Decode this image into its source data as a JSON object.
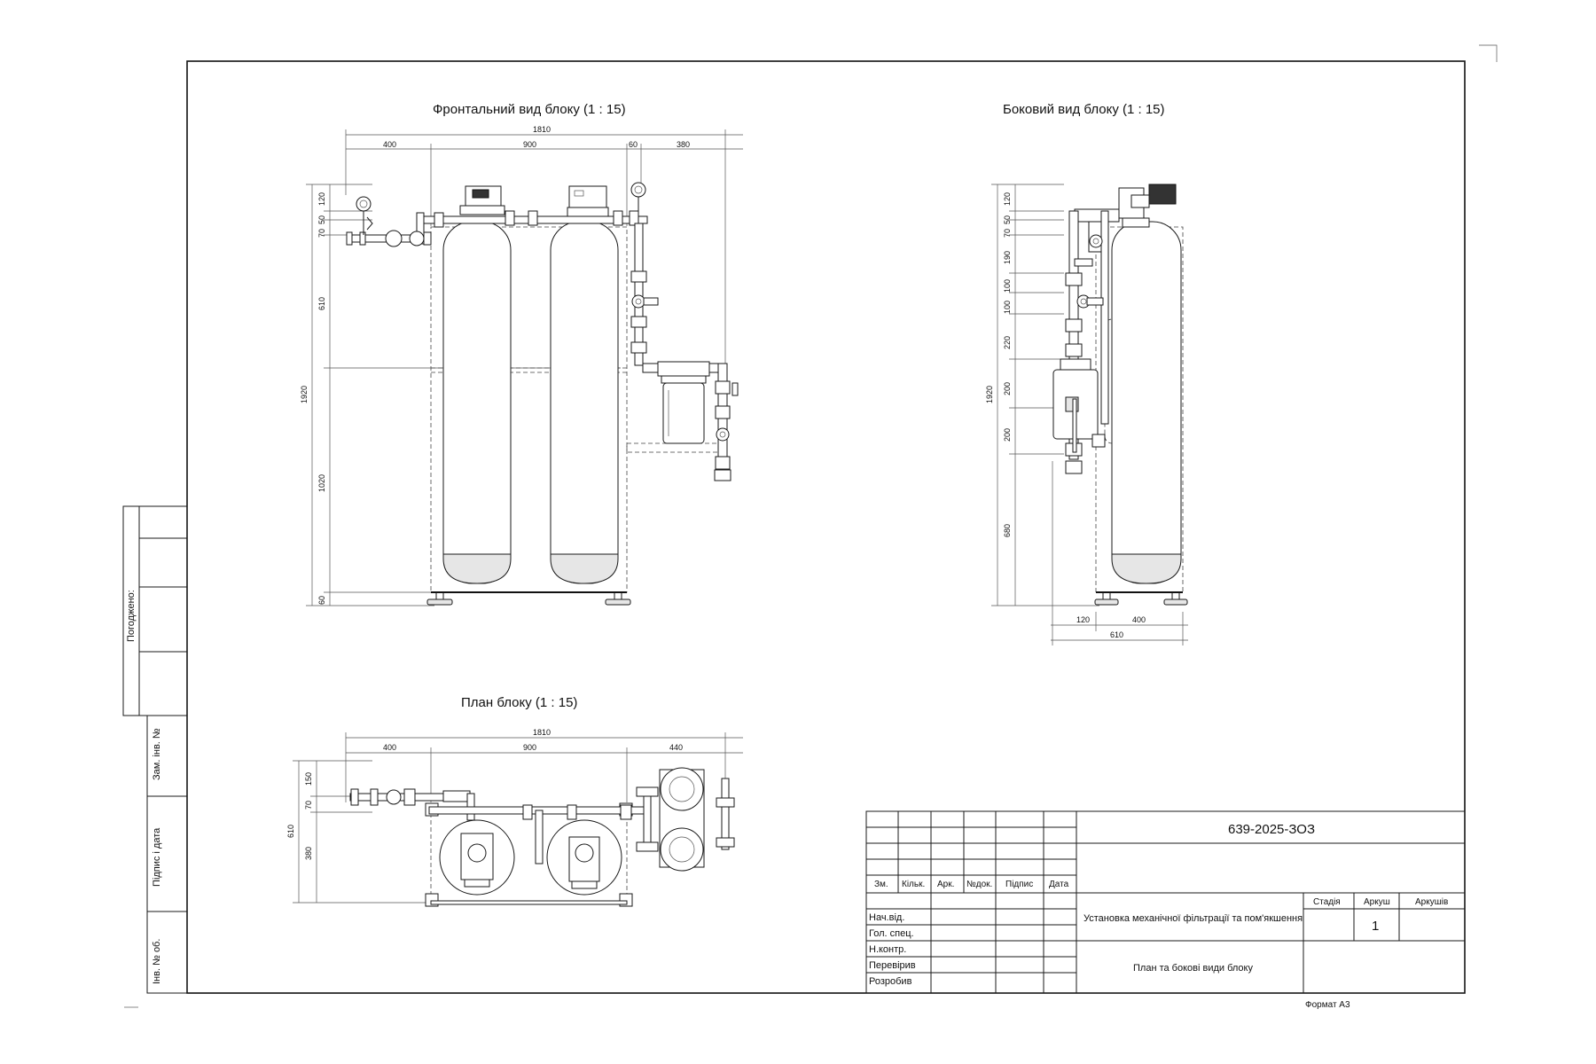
{
  "views": {
    "front": {
      "title": "Фронтальний вид блоку (1 : 15)",
      "dims_top": [
        "1810",
        "400",
        "900",
        "60",
        "380"
      ],
      "dims_left": [
        "120",
        "70",
        "50",
        "610",
        "1920",
        "1020",
        "60"
      ]
    },
    "side": {
      "title": "Боковий вид блоку (1 : 15)",
      "dims_left": [
        "120",
        "70",
        "50",
        "190",
        "100",
        "100",
        "220",
        "200",
        "200",
        "680",
        "1920"
      ],
      "dims_bottom": [
        "120",
        "400",
        "610"
      ]
    },
    "plan": {
      "title": "План блоку (1 : 15)",
      "dims_top": [
        "1810",
        "400",
        "900",
        "440"
      ],
      "dims_left": [
        "150",
        "70",
        "610",
        "380"
      ]
    }
  },
  "side_stamp": {
    "agreed": "Погоджено:",
    "replaced_inv": "Зам. інв. №",
    "sign_date": "Підпис і дата",
    "inv_orig": "Інв. № об."
  },
  "title_block": {
    "doc_code": "639-2025-ЗОЗ",
    "project_name": "Установка механічної фільтрації та пом'якшення",
    "sheet_name": "План та бокові види блоку",
    "cols": [
      "Зм.",
      "Кільк.",
      "Арк.",
      "№док.",
      "Підпис",
      "Дата"
    ],
    "roles": [
      "Нач.від.",
      "Гол. спец.",
      "Н.контр.",
      "Перевірив",
      "Розробив"
    ],
    "stage_label": "Стадія",
    "sheet_label": "Аркуш",
    "sheets_label": "Аркушів",
    "sheet_value": "1",
    "format": "Формат А3"
  }
}
